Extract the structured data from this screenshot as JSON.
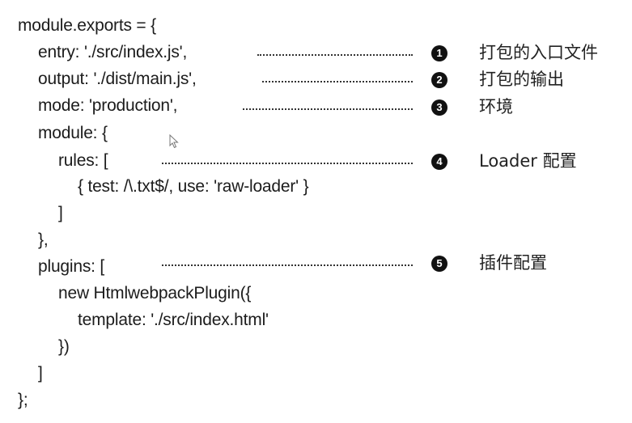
{
  "code": {
    "lines": [
      "module.exports = {",
      "entry: './src/index.js',",
      "output: './dist/main.js',",
      "mode: 'production',",
      "module: {",
      "rules: [",
      "{ test: /\\.txt$/, use: 'raw-loader' }",
      "]",
      "},",
      "plugins: [",
      "new HtmlwebpackPlugin({",
      "template: './src/index.html'",
      "})",
      "]",
      "};"
    ]
  },
  "annotations": [
    {
      "number": "1",
      "label": "打包的入口文件"
    },
    {
      "number": "2",
      "label": "打包的输出"
    },
    {
      "number": "3",
      "label": "环境"
    },
    {
      "number": "4",
      "label": "Loader 配置"
    },
    {
      "number": "5",
      "label": "插件配置"
    }
  ]
}
